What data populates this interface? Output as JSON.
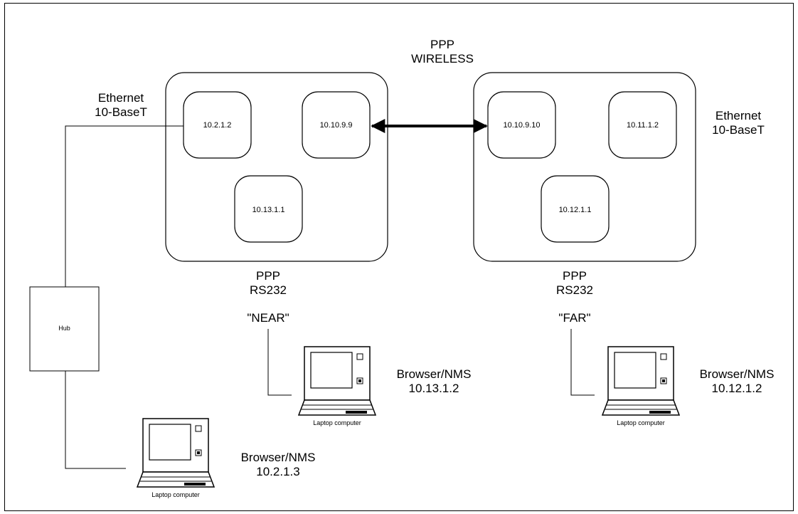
{
  "wireless_link": {
    "line1": "PPP",
    "line2": "WIRELESS"
  },
  "eth_left": {
    "line1": "Ethernet",
    "line2": "10-BaseT"
  },
  "eth_right": {
    "line1": "Ethernet",
    "line2": "10-BaseT"
  },
  "near_box": {
    "ips": [
      "10.2.1.2",
      "10.10.9.9",
      "10.13.1.1"
    ],
    "serial": {
      "line1": "PPP",
      "line2": "RS232"
    },
    "name": "\"NEAR\""
  },
  "far_box": {
    "ips": [
      "10.10.9.10",
      "10.11.1.2",
      "10.12.1.1"
    ],
    "serial": {
      "line1": "PPP",
      "line2": "RS232"
    },
    "name": "\"FAR\""
  },
  "hub": {
    "label": "Hub"
  },
  "laptops": [
    {
      "caption": "Laptop computer",
      "role": "Browser/NMS",
      "ip": "10.13.1.2"
    },
    {
      "caption": "Laptop computer",
      "role": "Browser/NMS",
      "ip": "10.12.1.2"
    },
    {
      "caption": "Laptop computer",
      "role": "Browser/NMS",
      "ip": "10.2.1.3"
    }
  ]
}
